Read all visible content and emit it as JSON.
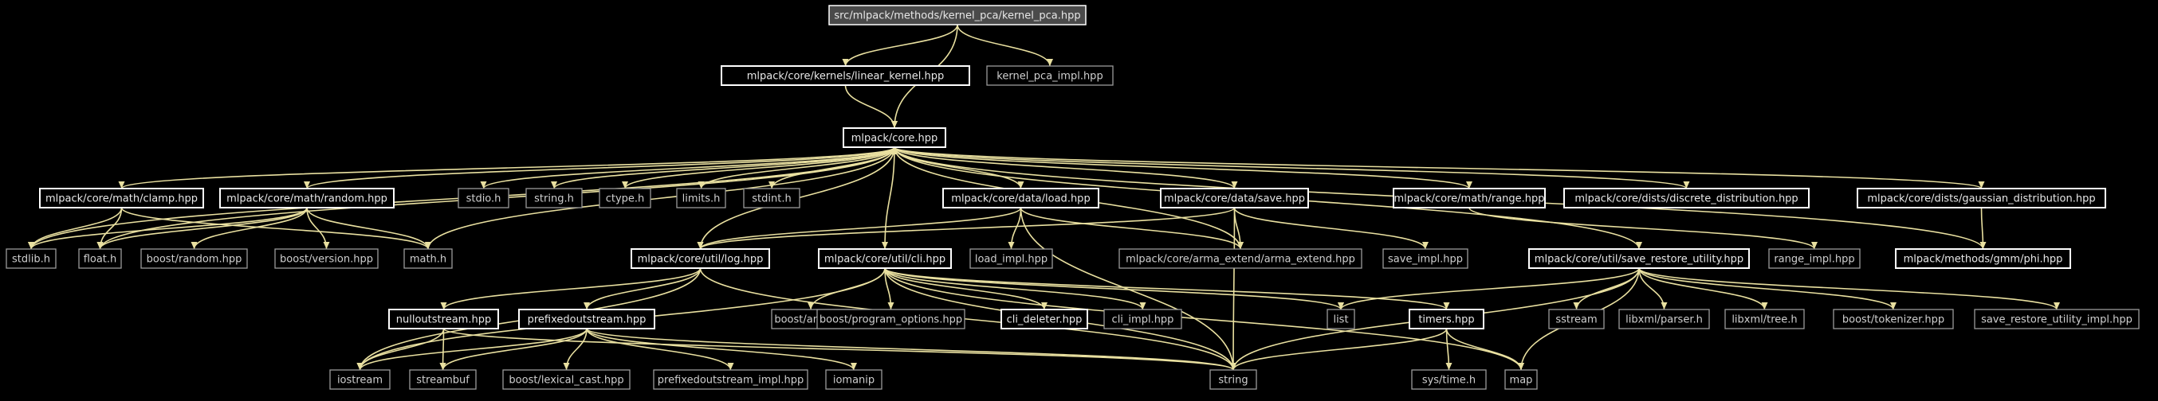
{
  "graph": {
    "nodes": [
      {
        "id": "root",
        "label": "src/mlpack/methods/kernel_pca/kernel_pca.hpp",
        "type": "root"
      },
      {
        "id": "lk",
        "label": "mlpack/core/kernels/linear_kernel.hpp",
        "type": "local"
      },
      {
        "id": "kpi",
        "label": "kernel_pca_impl.hpp",
        "type": "external"
      },
      {
        "id": "core",
        "label": "mlpack/core.hpp",
        "type": "local"
      },
      {
        "id": "clamp",
        "label": "mlpack/core/math/clamp.hpp",
        "type": "local"
      },
      {
        "id": "random",
        "label": "mlpack/core/math/random.hpp",
        "type": "local"
      },
      {
        "id": "stdio",
        "label": "stdio.h",
        "type": "external"
      },
      {
        "id": "stringh",
        "label": "string.h",
        "type": "external"
      },
      {
        "id": "ctype",
        "label": "ctype.h",
        "type": "external"
      },
      {
        "id": "limits",
        "label": "limits.h",
        "type": "external"
      },
      {
        "id": "stdint",
        "label": "stdint.h",
        "type": "external"
      },
      {
        "id": "load",
        "label": "mlpack/core/data/load.hpp",
        "type": "local"
      },
      {
        "id": "save",
        "label": "mlpack/core/data/save.hpp",
        "type": "local"
      },
      {
        "id": "range",
        "label": "mlpack/core/math/range.hpp",
        "type": "local"
      },
      {
        "id": "discrete",
        "label": "mlpack/core/dists/discrete_distribution.hpp",
        "type": "local"
      },
      {
        "id": "gaussian",
        "label": "mlpack/core/dists/gaussian_distribution.hpp",
        "type": "local"
      },
      {
        "id": "stdlib",
        "label": "stdlib.h",
        "type": "external"
      },
      {
        "id": "float",
        "label": "float.h",
        "type": "external"
      },
      {
        "id": "brandom",
        "label": "boost/random.hpp",
        "type": "external"
      },
      {
        "id": "bversion",
        "label": "boost/version.hpp",
        "type": "external"
      },
      {
        "id": "math",
        "label": "math.h",
        "type": "external"
      },
      {
        "id": "log",
        "label": "mlpack/core/util/log.hpp",
        "type": "local"
      },
      {
        "id": "cli",
        "label": "mlpack/core/util/cli.hpp",
        "type": "local"
      },
      {
        "id": "loadimpl",
        "label": "load_impl.hpp",
        "type": "external"
      },
      {
        "id": "arma",
        "label": "mlpack/core/arma_extend/arma_extend.hpp",
        "type": "external"
      },
      {
        "id": "saveimpl",
        "label": "save_impl.hpp",
        "type": "external"
      },
      {
        "id": "sru",
        "label": "mlpack/core/util/save_restore_utility.hpp",
        "type": "local"
      },
      {
        "id": "rangeimpl",
        "label": "range_impl.hpp",
        "type": "external"
      },
      {
        "id": "phi",
        "label": "mlpack/methods/gmm/phi.hpp",
        "type": "local"
      },
      {
        "id": "nullout",
        "label": "nulloutstream.hpp",
        "type": "local"
      },
      {
        "id": "prefixout",
        "label": "prefixedoutstream.hpp",
        "type": "local"
      },
      {
        "id": "bany",
        "label": "boost/any.hpp",
        "type": "external"
      },
      {
        "id": "bpo",
        "label": "boost/program_options.hpp",
        "type": "external"
      },
      {
        "id": "clideleter",
        "label": "cli_deleter.hpp",
        "type": "local"
      },
      {
        "id": "cliimpl",
        "label": "cli_impl.hpp",
        "type": "external"
      },
      {
        "id": "list",
        "label": "list",
        "type": "external"
      },
      {
        "id": "timers",
        "label": "timers.hpp",
        "type": "local"
      },
      {
        "id": "sstream",
        "label": "sstream",
        "type": "external"
      },
      {
        "id": "libparser",
        "label": "libxml/parser.h",
        "type": "external"
      },
      {
        "id": "libtree",
        "label": "libxml/tree.h",
        "type": "external"
      },
      {
        "id": "btokenizer",
        "label": "boost/tokenizer.hpp",
        "type": "external"
      },
      {
        "id": "sruimpl",
        "label": "save_restore_utility_impl.hpp",
        "type": "external"
      },
      {
        "id": "iostream",
        "label": "iostream",
        "type": "external"
      },
      {
        "id": "streambuf",
        "label": "streambuf",
        "type": "external"
      },
      {
        "id": "blexical",
        "label": "boost/lexical_cast.hpp",
        "type": "external"
      },
      {
        "id": "prefiximpl",
        "label": "prefixedoutstream_impl.hpp",
        "type": "external"
      },
      {
        "id": "iomanip",
        "label": "iomanip",
        "type": "external"
      },
      {
        "id": "string",
        "label": "string",
        "type": "external"
      },
      {
        "id": "systime",
        "label": "sys/time.h",
        "type": "external"
      },
      {
        "id": "map",
        "label": "map",
        "type": "external"
      }
    ],
    "edges": [
      [
        "root",
        "lk"
      ],
      [
        "root",
        "kpi"
      ],
      [
        "root",
        "core"
      ],
      [
        "lk",
        "core"
      ],
      [
        "core",
        "clamp"
      ],
      [
        "core",
        "random"
      ],
      [
        "core",
        "stdio"
      ],
      [
        "core",
        "stringh"
      ],
      [
        "core",
        "ctype"
      ],
      [
        "core",
        "limits"
      ],
      [
        "core",
        "stdint"
      ],
      [
        "core",
        "load"
      ],
      [
        "core",
        "save"
      ],
      [
        "core",
        "range"
      ],
      [
        "core",
        "discrete"
      ],
      [
        "core",
        "gaussian"
      ],
      [
        "core",
        "stdlib"
      ],
      [
        "core",
        "float"
      ],
      [
        "core",
        "math"
      ],
      [
        "core",
        "log"
      ],
      [
        "core",
        "cli"
      ],
      [
        "core",
        "arma"
      ],
      [
        "core",
        "sru"
      ],
      [
        "phi",
        "core"
      ],
      [
        "clamp",
        "stdlib"
      ],
      [
        "clamp",
        "float"
      ],
      [
        "clamp",
        "math"
      ],
      [
        "random",
        "stdlib"
      ],
      [
        "random",
        "float"
      ],
      [
        "random",
        "brandom"
      ],
      [
        "random",
        "bversion"
      ],
      [
        "random",
        "math"
      ],
      [
        "load",
        "log"
      ],
      [
        "load",
        "loadimpl"
      ],
      [
        "load",
        "arma"
      ],
      [
        "load",
        "string"
      ],
      [
        "save",
        "log"
      ],
      [
        "save",
        "arma"
      ],
      [
        "save",
        "saveimpl"
      ],
      [
        "save",
        "string"
      ],
      [
        "range",
        "rangeimpl"
      ],
      [
        "gaussian",
        "phi"
      ],
      [
        "log",
        "nullout"
      ],
      [
        "log",
        "prefixout"
      ],
      [
        "log",
        "iostream"
      ],
      [
        "log",
        "string"
      ],
      [
        "cli",
        "bany"
      ],
      [
        "cli",
        "bpo"
      ],
      [
        "cli",
        "clideleter"
      ],
      [
        "cli",
        "cliimpl"
      ],
      [
        "cli",
        "list"
      ],
      [
        "cli",
        "timers"
      ],
      [
        "cli",
        "map"
      ],
      [
        "cli",
        "string"
      ],
      [
        "cli",
        "iostream"
      ],
      [
        "sru",
        "list"
      ],
      [
        "sru",
        "sstream"
      ],
      [
        "sru",
        "libparser"
      ],
      [
        "sru",
        "libtree"
      ],
      [
        "sru",
        "btokenizer"
      ],
      [
        "sru",
        "sruimpl"
      ],
      [
        "sru",
        "map"
      ],
      [
        "sru",
        "string"
      ],
      [
        "nullout",
        "iostream"
      ],
      [
        "nullout",
        "streambuf"
      ],
      [
        "nullout",
        "string"
      ],
      [
        "prefixout",
        "iostream"
      ],
      [
        "prefixout",
        "streambuf"
      ],
      [
        "prefixout",
        "blexical"
      ],
      [
        "prefixout",
        "prefiximpl"
      ],
      [
        "prefixout",
        "iomanip"
      ],
      [
        "prefixout",
        "string"
      ],
      [
        "timers",
        "systime"
      ],
      [
        "timers",
        "map"
      ],
      [
        "timers",
        "string"
      ]
    ]
  }
}
